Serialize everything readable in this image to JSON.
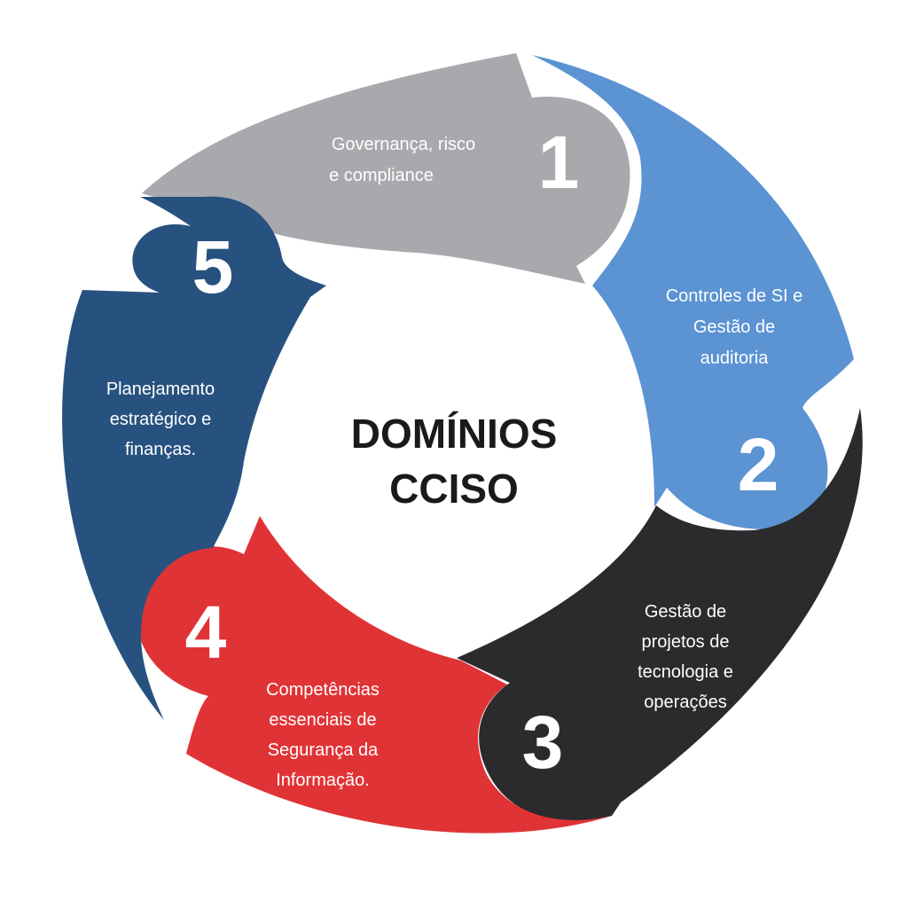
{
  "diagram": {
    "center": {
      "title_lines": [
        "DOMÍNIOS",
        "CCISO"
      ]
    },
    "segments": [
      {
        "number": "1",
        "label_lines": [
          "Governança, risco",
          "e compliance"
        ],
        "color": "#a7a9ac"
      },
      {
        "number": "2",
        "label_lines": [
          "Controles de SI e",
          "Gestão de",
          "auditoria"
        ],
        "color": "#5b93d3"
      },
      {
        "number": "3",
        "label_lines": [
          "Gestão de",
          "projetos de",
          "tecnologia e",
          "operações"
        ],
        "color": "#2b2b2d"
      },
      {
        "number": "4",
        "label_lines": [
          "Competências",
          "essenciais de",
          "Segurança da",
          "Informação."
        ],
        "color": "#e03335"
      },
      {
        "number": "5",
        "label_lines": [
          "Planejamento",
          "estratégico e",
          "finanças."
        ],
        "color": "#27527f"
      }
    ]
  }
}
